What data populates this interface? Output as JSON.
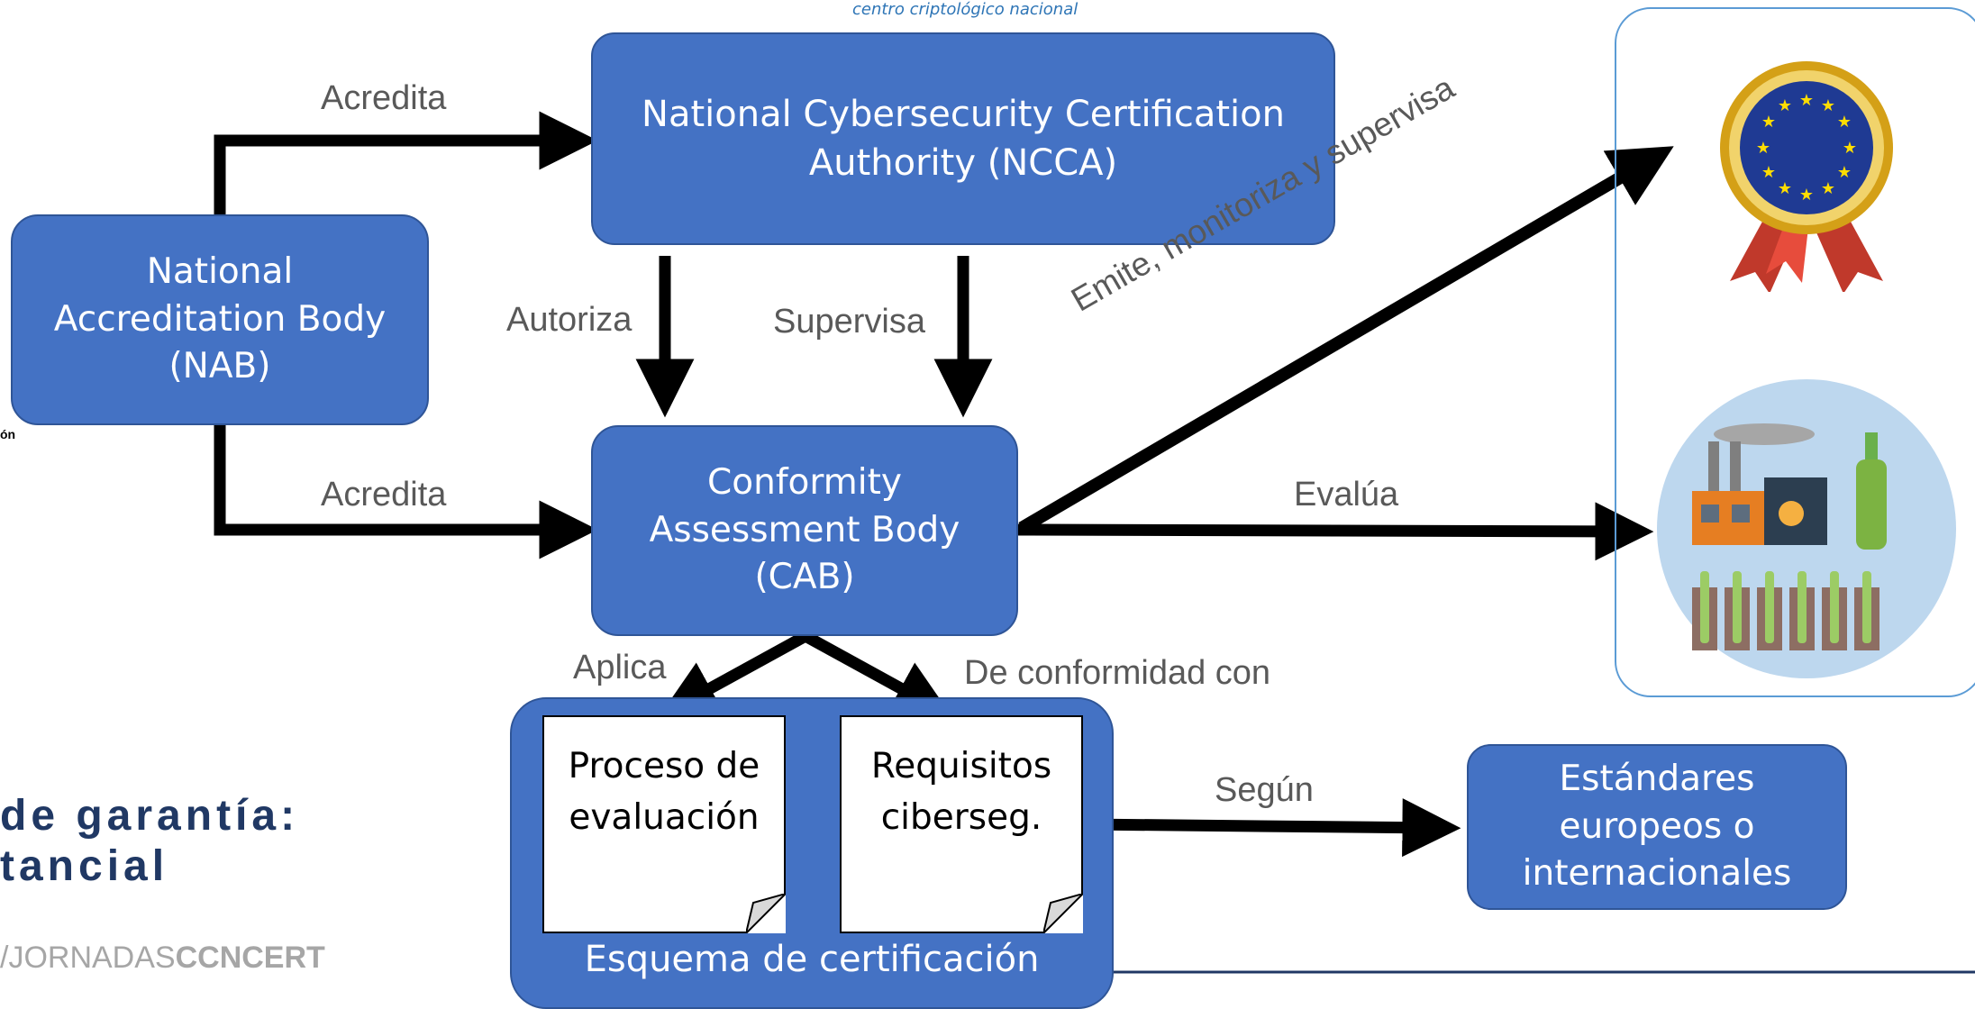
{
  "header_text": "centro criptológico nacional",
  "nodes": {
    "ncca": "National Cybersecurity Certification\nAuthority (NCCA)",
    "nab": "National\nAccreditation Body\n(NAB)",
    "cab": "Conformity\nAssessment Body\n(CAB)",
    "scheme": "Esquema de certificación",
    "process": "Proceso de\nevaluación",
    "requirements": "Requisitos\nciberseg.",
    "standards": "Estándares\neuropeos o\ninternacionales"
  },
  "edge_labels": {
    "nab_ncca": "Acredita",
    "nab_cab": "Acredita",
    "authorize": "Autoriza",
    "supervise": "Supervisa",
    "certificate": "Emite, monitoriza y supervisa",
    "evaluate": "Evalúa",
    "apply": "Aplica",
    "conformity": "De conformidad con",
    "according": "Según"
  },
  "left_fragment": {
    "title_line1": "de garantía:",
    "title_line2": "tancial",
    "small_text": "ón",
    "footer_thin": "/JORNADAS",
    "footer_bold": "CCNCERT"
  },
  "icons": [
    "eu-certificate-medal-icon",
    "industrial-products-icon"
  ],
  "colors": {
    "box_fill": "#4472c4",
    "box_border": "#2f5597",
    "arrow": "#000000",
    "label_text": "#595959",
    "title_text": "#203864",
    "header_text": "#2e75b6"
  }
}
